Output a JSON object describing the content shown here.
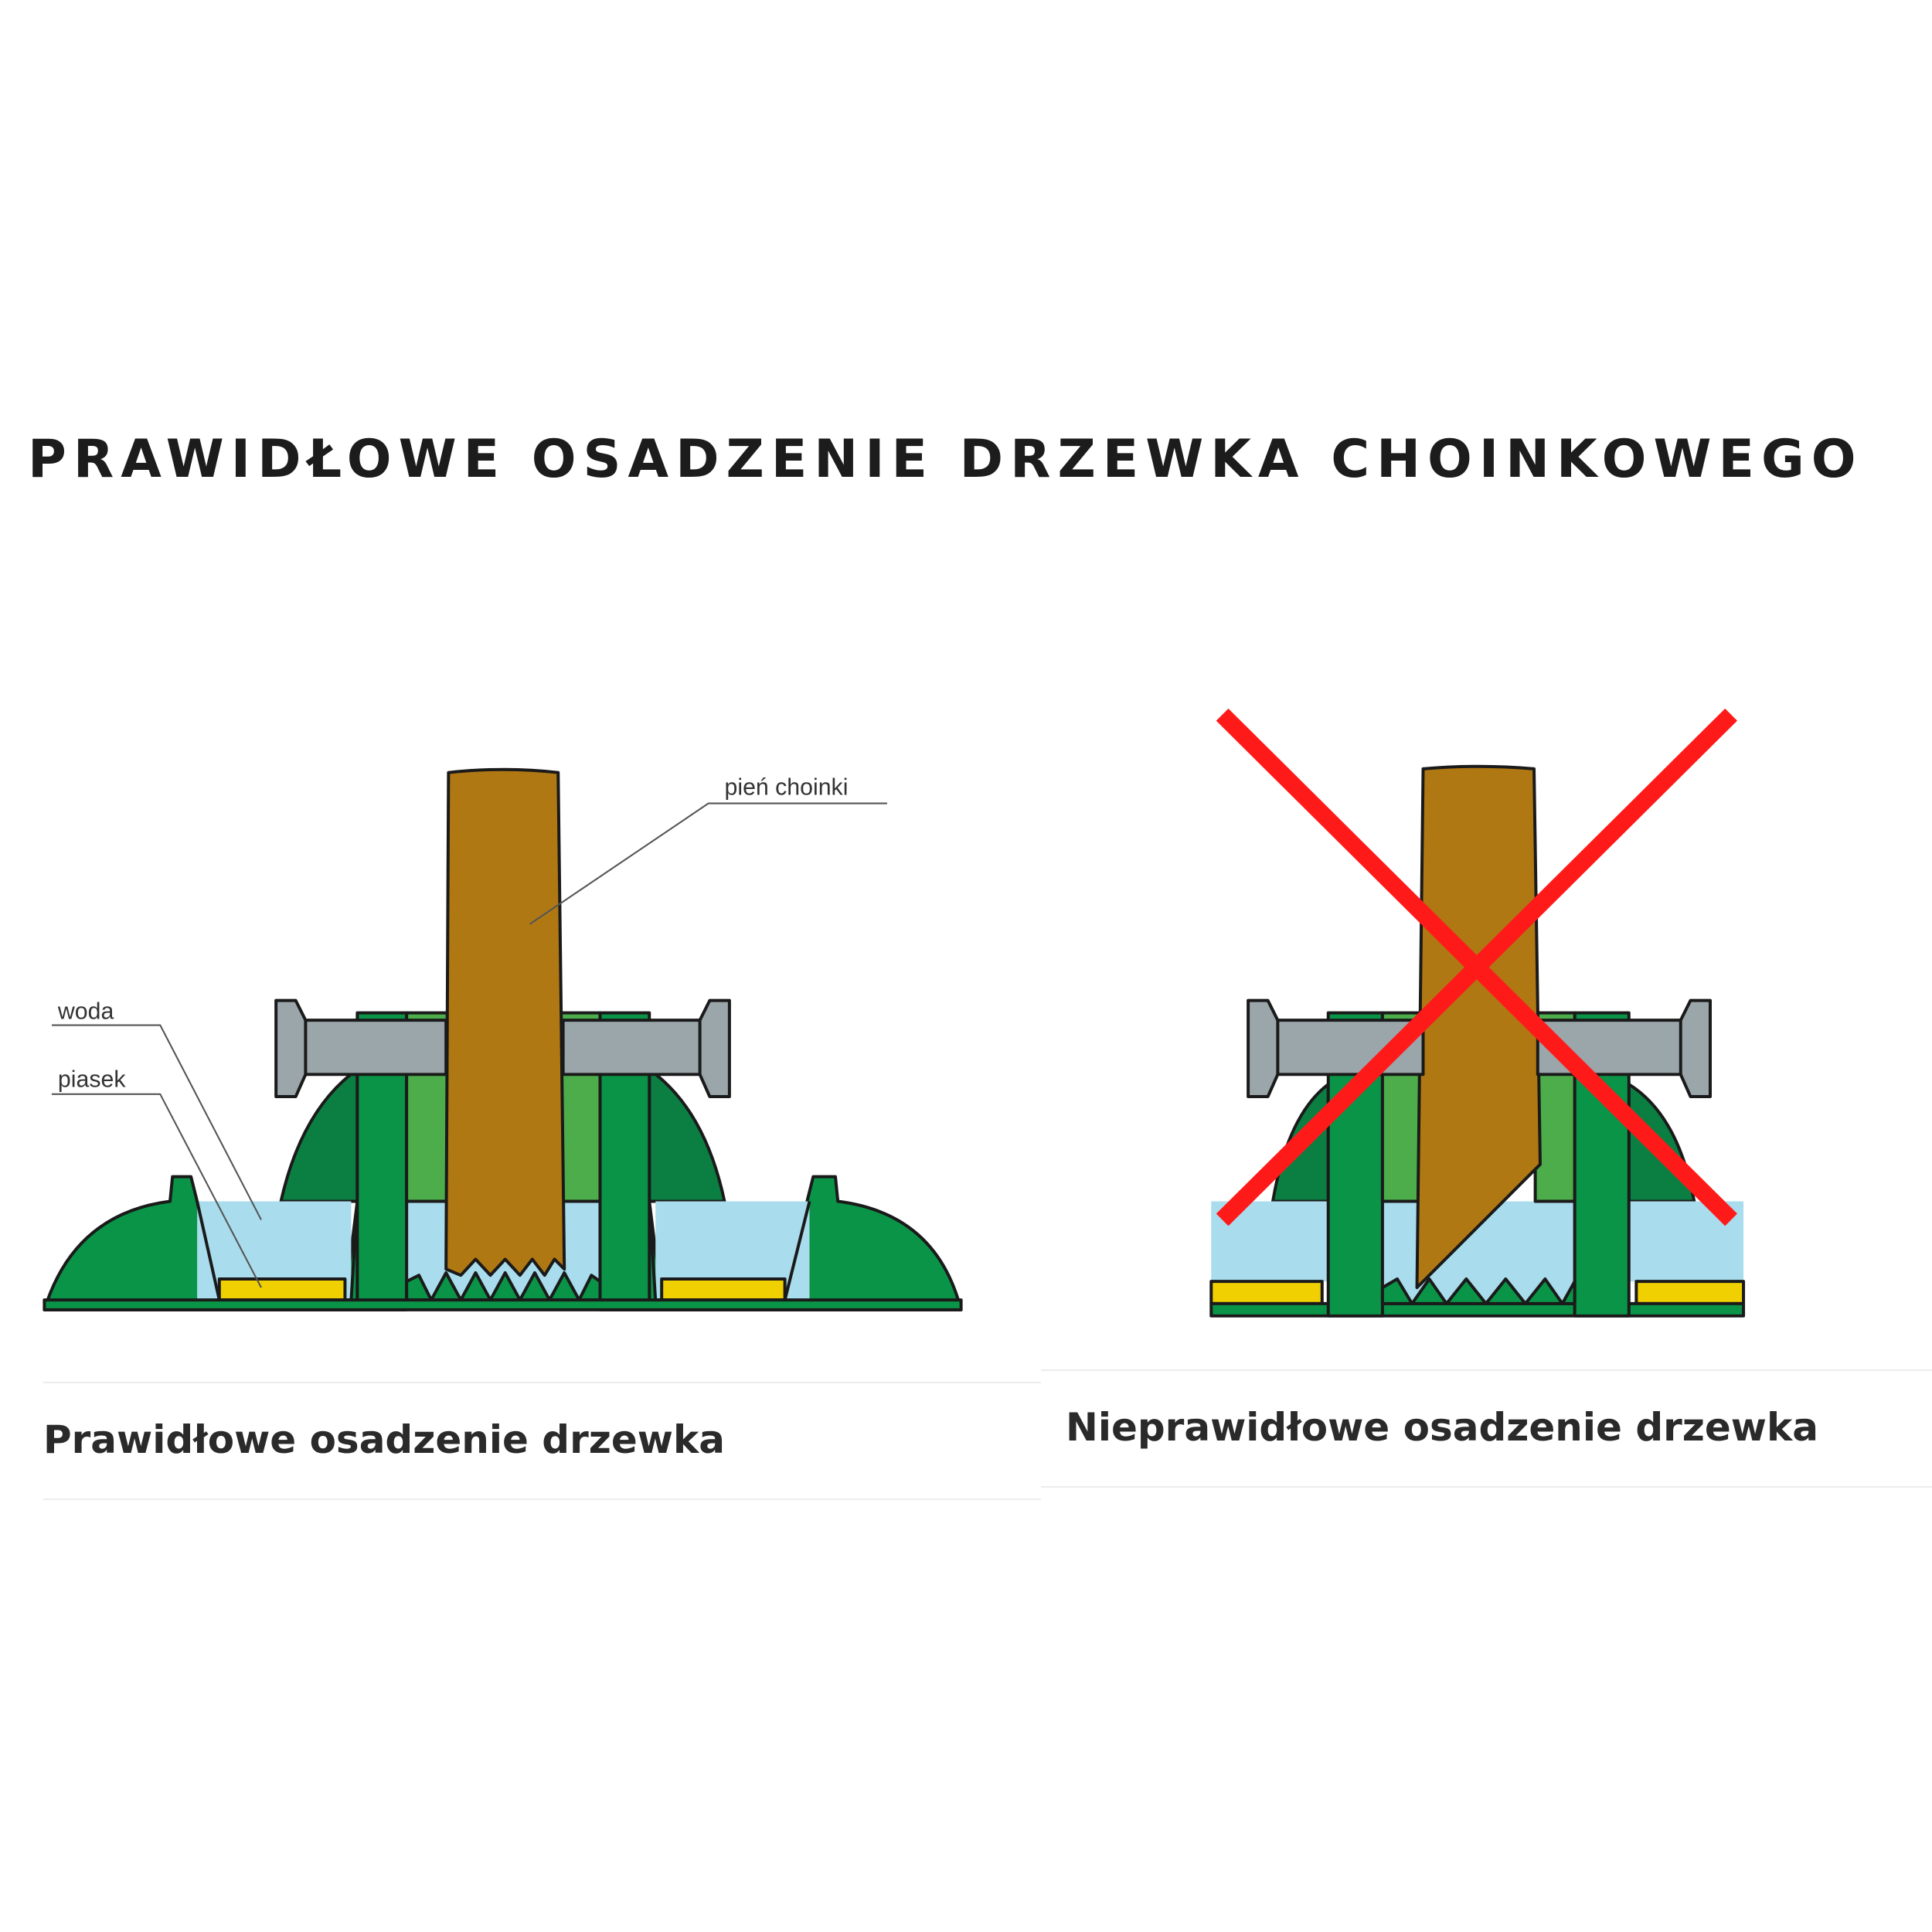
{
  "title": "PRAWIDŁOWE OSADZENIE DRZEWKA CHOINKOWEGO",
  "left_panel": {
    "caption": "Prawidłowe osadzenie drzewka",
    "labels": {
      "trunk": "pień choinki",
      "water": "woda",
      "sand": "piasek"
    }
  },
  "right_panel": {
    "caption": "Nieprawidłowe osadzenie drzewka",
    "mark": "cross-icon"
  },
  "colors": {
    "stand_green": "#0a9447",
    "stand_dark_green": "#0b7f42",
    "inner_green": "#4cad4a",
    "water": "#a9dced",
    "sand": "#f0d000",
    "trunk": "#b07812",
    "bolt": "#9aa6aa",
    "cross_red": "#ff1a1a"
  }
}
